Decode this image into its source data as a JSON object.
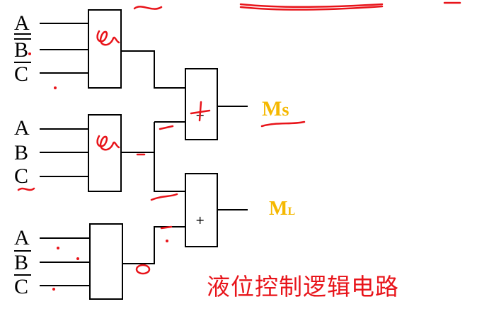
{
  "inputs": {
    "group1": [
      "A",
      "B",
      "C"
    ],
    "group2": [
      "A",
      "B",
      "C"
    ],
    "group3": [
      "A",
      "B",
      "C"
    ]
  },
  "outputs": {
    "ms_main": "M",
    "ms_sub": "s",
    "ml_main": "M",
    "ml_sub": "L"
  },
  "gates": {
    "or_symbol": "+"
  },
  "caption": "液位控制逻辑电路",
  "colors": {
    "wire": "#000000",
    "output_label": "#f5b800",
    "annotation": "#e8141a"
  }
}
